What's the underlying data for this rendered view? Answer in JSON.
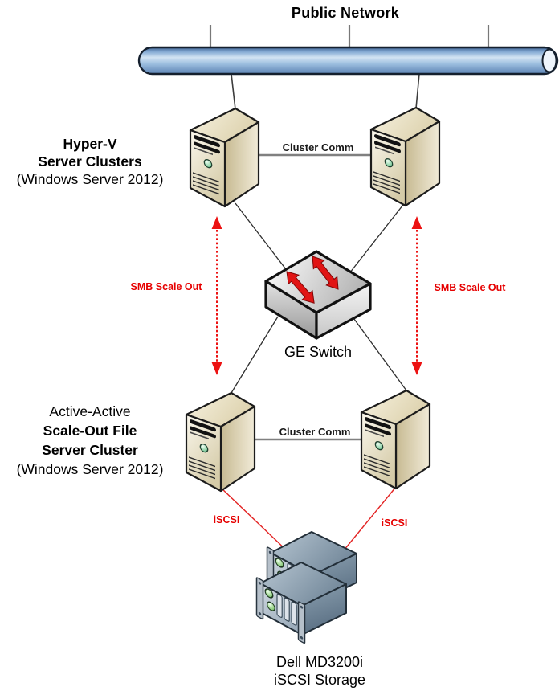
{
  "diagram": {
    "title": "Public Network",
    "hyperv_cluster": {
      "label_line1": "Hyper-V",
      "label_line2": "Server Clusters",
      "label_line3": "(Windows Server 2012)"
    },
    "switch": {
      "label": "GE Switch"
    },
    "sofs_cluster": {
      "label_line1": "Active-Active",
      "label_line2": "Scale-Out File",
      "label_line3": "Server Cluster",
      "label_line4": "(Windows Server 2012)"
    },
    "storage": {
      "label_line1": "Dell MD3200i",
      "label_line2": "iSCSI Storage"
    },
    "connections": {
      "cluster_comm_top": "Cluster Comm",
      "cluster_comm_bottom": "Cluster Comm",
      "smb_scale_out_left": "SMB Scale Out",
      "smb_scale_out_right": "SMB Scale Out",
      "iscsi_left": "iSCSI",
      "iscsi_right": "iSCSI"
    },
    "icons": {
      "pipe": "network-pipe-icon",
      "server": "server-tower-icon",
      "switch": "network-switch-icon",
      "storage": "rack-storage-icon"
    },
    "colors": {
      "accent_red": "#e60000",
      "pipe_blue": "#8fb4dc",
      "server_beige": "#e9e0c2",
      "switch_gray": "#dcdcdc",
      "storage_slate": "#8ea3b4",
      "line_gray": "#7a7a7a"
    }
  }
}
